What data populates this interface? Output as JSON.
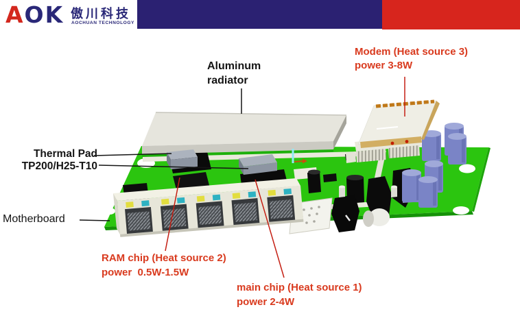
{
  "theme": {
    "bar_blue": "#2B2172",
    "bar_red": "#D7251D",
    "pcb_green": "#2BC50F",
    "label_red": "#D93A1E",
    "label_black": "#141414",
    "logo_red": "#D3281E",
    "logo_navy": "#2A2878"
  },
  "header": {
    "logo_a": "A",
    "logo_ok": "OK",
    "logo_cn": "傲川科技",
    "logo_en": "AOCHUAN TECHNOLOGY"
  },
  "labels": {
    "radiator": "Aluminum\nradiator",
    "modem": "Modem (Heat source 3)\npower 3-8W",
    "thermal_pad": "Thermal Pad\nTP200/H25-T10",
    "motherboard": "Motherboard",
    "ram": "RAM chip (Heat source 2)\npower  0.5W-1.5W",
    "main_chip": "main chip (Heat source 1)\npower 2-4W"
  }
}
